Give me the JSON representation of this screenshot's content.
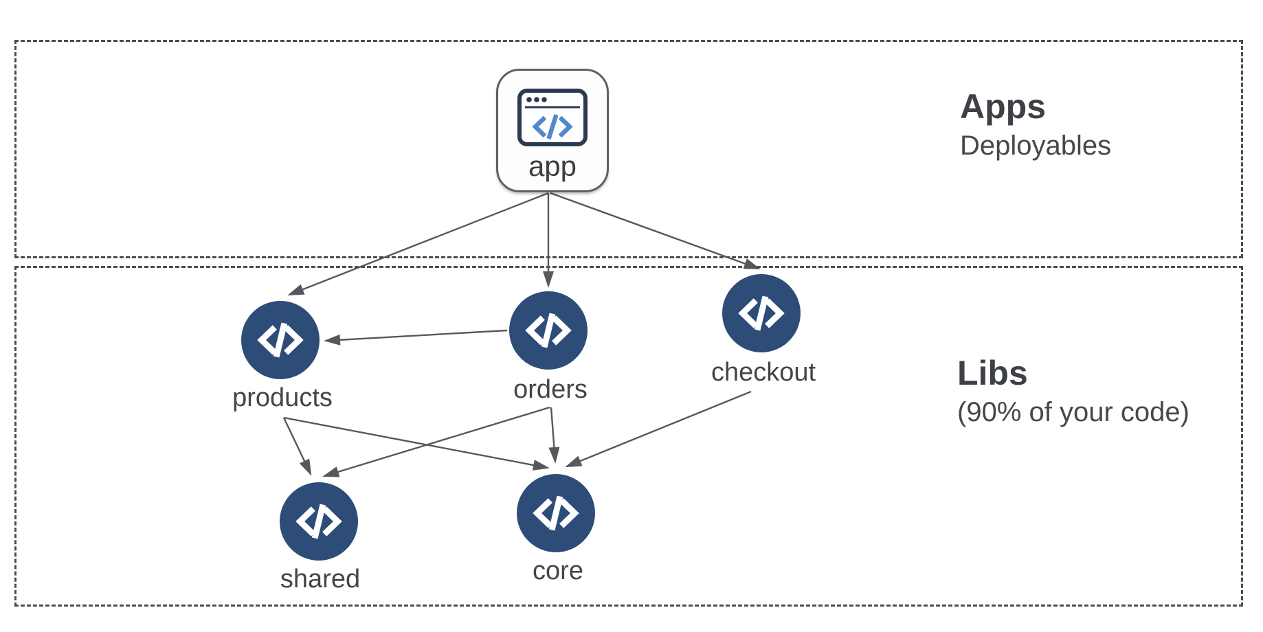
{
  "diagram": {
    "sections": {
      "apps": {
        "title": "Apps",
        "subtitle": "Deployables"
      },
      "libs": {
        "title": "Libs",
        "subtitle": "(90% of your code)"
      }
    },
    "app_node": {
      "id": "app",
      "label": "app",
      "icon": "browser-code-icon"
    },
    "lib_nodes": [
      {
        "id": "products",
        "label": "products",
        "icon": "code-icon"
      },
      {
        "id": "orders",
        "label": "orders",
        "icon": "code-icon"
      },
      {
        "id": "checkout",
        "label": "checkout",
        "icon": "code-icon"
      },
      {
        "id": "shared",
        "label": "shared",
        "icon": "code-icon"
      },
      {
        "id": "core",
        "label": "core",
        "icon": "code-icon"
      }
    ],
    "edges": [
      {
        "from": "app",
        "to": "products"
      },
      {
        "from": "app",
        "to": "orders"
      },
      {
        "from": "app",
        "to": "checkout"
      },
      {
        "from": "orders",
        "to": "products"
      },
      {
        "from": "products",
        "to": "shared"
      },
      {
        "from": "products",
        "to": "core"
      },
      {
        "from": "orders",
        "to": "shared"
      },
      {
        "from": "orders",
        "to": "core"
      },
      {
        "from": "checkout",
        "to": "core"
      }
    ],
    "colors": {
      "node_fill": "#2d4c78",
      "edge": "#57585a",
      "dashed_border": "#4c4c4c",
      "text": "#3f4245",
      "icon_blue": "#5188ce",
      "icon_navy": "#2b3a50"
    }
  }
}
